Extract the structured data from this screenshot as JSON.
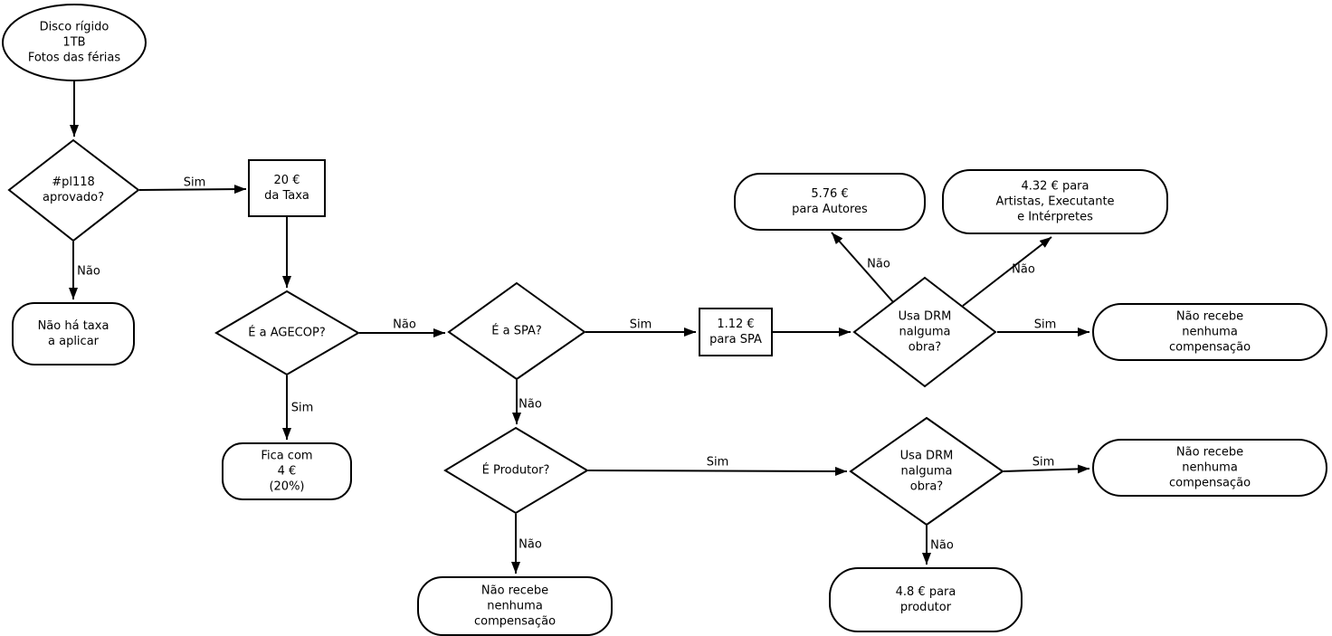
{
  "diagram": {
    "title": "Flowchart: copy levy on 1TB hard disk (pl118)",
    "colors": {
      "background": "#ffffff",
      "stroke": "#000000",
      "text": "#000000"
    },
    "nodes": {
      "start": {
        "type": "ellipse",
        "label": "Disco rígido\n1TB\nFotos das férias"
      },
      "pl118": {
        "type": "decision",
        "label": "#pl118\naprovado?"
      },
      "taxa20": {
        "type": "process",
        "label": "20 €\nda Taxa"
      },
      "no_taxa": {
        "type": "terminal",
        "label": "Não há taxa\na aplicar"
      },
      "agecop": {
        "type": "decision",
        "label": "É a AGECOP?"
      },
      "fica": {
        "type": "terminal",
        "label": "Fica com\n4 €\n(20%)"
      },
      "spa": {
        "type": "decision",
        "label": "É a SPA?"
      },
      "spa_112": {
        "type": "process",
        "label": "1.12 €\npara SPA"
      },
      "autores": {
        "type": "terminal",
        "label": "5.76 €\npara Autores"
      },
      "artistas": {
        "type": "terminal",
        "label": "4.32 € para\nArtistas, Executante\ne Intérpretes"
      },
      "drm1": {
        "type": "decision",
        "label": "Usa DRM\nnalguma\nobra?"
      },
      "nocomp1": {
        "type": "terminal",
        "label": "Não recebe nenhuma\ncompensação"
      },
      "produtor_q": {
        "type": "decision",
        "label": "É Produtor?"
      },
      "nocomp2": {
        "type": "terminal",
        "label": "Não recebe\nnenhuma\ncompensação"
      },
      "drm2": {
        "type": "decision",
        "label": "Usa DRM\nnalguma\nobra?"
      },
      "nocomp3": {
        "type": "terminal",
        "label": "Não recebe nenhuma\ncompensação"
      },
      "produtor48": {
        "type": "terminal",
        "label": "4.8 € para\nprodutor"
      }
    },
    "edge_labels": {
      "pl118_sim": "Sim",
      "pl118_nao": "Não",
      "agecop_nao": "Não",
      "agecop_sim": "Sim",
      "spa_sim": "Sim",
      "spa_nao": "Não",
      "drm1_nao_autores": "Não",
      "drm1_nao_artistas": "Não",
      "drm1_sim": "Sim",
      "produtor_sim": "Sim",
      "produtor_nao": "Não",
      "drm2_sim": "Sim",
      "drm2_nao": "Não"
    }
  }
}
